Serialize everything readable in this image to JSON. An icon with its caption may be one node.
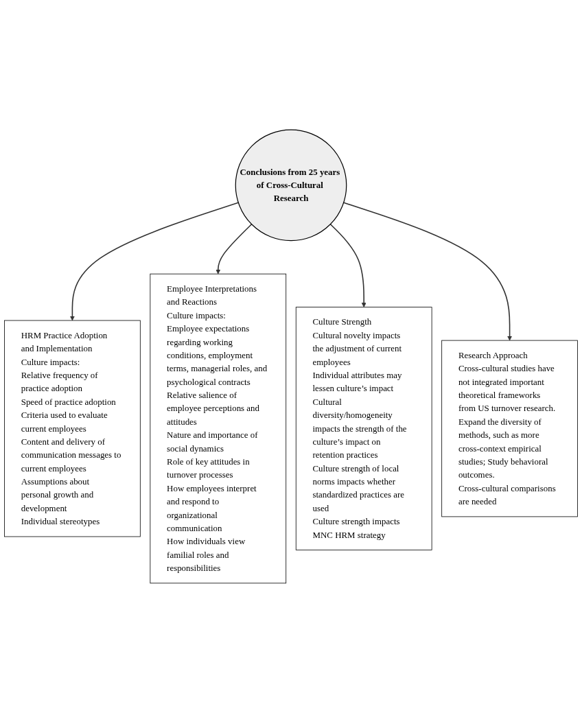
{
  "diagram": {
    "nodes": [
      {
        "text": [
          "HRM Practice Adoption and Implementation",
          "Culture impacts:",
          "Relative frequency of practice adoption",
          "Speed of practice adoption",
          "Criteria used to evaluate current employees",
          "Content and delivery of communication messages to current employees",
          "Assumptions about personal growth and development",
          "Individual stereotypes"
        ]
      },
      {
        "text": [
          "Employee Interpretations and Reactions",
          "Culture impacts:",
          "Employee expectations regarding working conditions, employment terms, managerial roles, and psychological contracts",
          "Relative salience of employee perceptions and attitudes",
          "Nature and importance of social dynamics",
          "Role of key attitudes in turnover processes",
          "How employees interpret and respond to organizational communication",
          "How individuals view familial roles and responsibilities"
        ]
      },
      {
        "text": [
          "Conclusions from 25 years of Cross-Cultural Research"
        ]
      },
      {
        "text": [
          "Culture Strength",
          "Cultural novelty impacts the adjustment of current employees",
          "Individual attributes may lessen culture’s impact",
          "Cultural diversity/homogeneity impacts the strength of the culture’s impact on retention practices",
          "Culture strength of local norms impacts whether standardized practices are used",
          "Culture strength impacts MNC HRM strategy"
        ]
      },
      {
        "text": [
          "Research Approach",
          "Cross-cultural studies have not integrated important theoretical frameworks from US turnover research.",
          "Expand the diversity of methods, such as more cross-context empirical studies; Study behavioral outcomes.",
          "Cross-cultural comparisons are needed"
        ]
      }
    ],
    "edges": [
      {
        "from": 2,
        "to": 0,
        "arrow": "to"
      },
      {
        "from": 2,
        "to": 1,
        "arrow": "to"
      },
      {
        "from": 2,
        "to": 3,
        "arrow": "to"
      },
      {
        "from": 2,
        "to": 4,
        "arrow": "to"
      }
    ]
  }
}
